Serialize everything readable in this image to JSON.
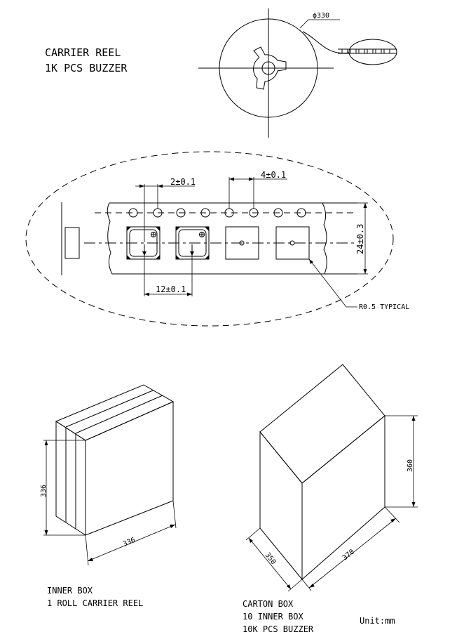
{
  "reel": {
    "title_line1": "CARRIER REEL",
    "title_line2": "1K PCS BUZZER",
    "diameter": "ϕ330"
  },
  "tape": {
    "pitch_hole_dim": "2±0.1",
    "sprocket_pitch_dim": "4±0.1",
    "component_pitch_dim": "12±0.1",
    "tape_width_dim": "24±0.3",
    "radius_note": "R0.5 TYPICAL"
  },
  "inner_box": {
    "height_dim": "336",
    "width_dim": "336",
    "label_line1": "INNER BOX",
    "label_line2": "1 ROLL CARRIER  REEL"
  },
  "carton_box": {
    "height_dim": "360",
    "depth_dim": "350",
    "length_dim": "370",
    "label_line1": "CARTON BOX",
    "label_line2": "10 INNER BOX",
    "label_line3": "10K PCS BUZZER"
  },
  "unit": "Unit:mm"
}
